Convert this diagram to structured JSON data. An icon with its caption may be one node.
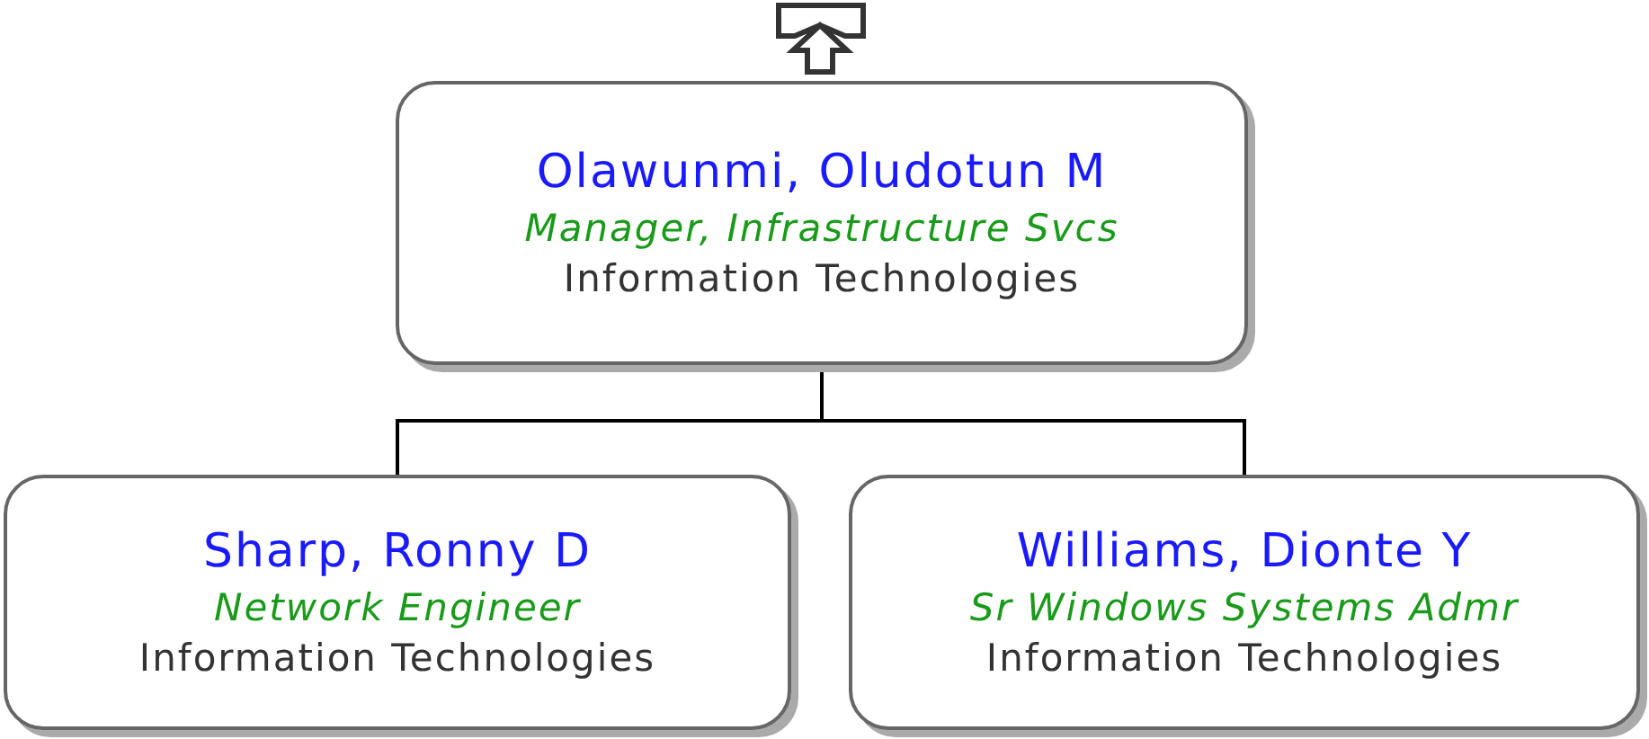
{
  "diagram": {
    "nodes": [
      {
        "text": [
          "Olawunmi, Oludotun M",
          "Manager, Infrastructure Svcs",
          "Information Technologies"
        ]
      },
      {
        "text": [
          "Sharp, Ronny D",
          "Network Engineer",
          "Information Technologies"
        ]
      },
      {
        "text": [
          "Williams, Dionte Y",
          "Sr Windows Systems Admr",
          "Information Technologies"
        ]
      }
    ],
    "edges": [
      {
        "from": 0,
        "to": 1,
        "arrow": "none"
      },
      {
        "from": 0,
        "to": 2,
        "arrow": "none"
      }
    ]
  }
}
